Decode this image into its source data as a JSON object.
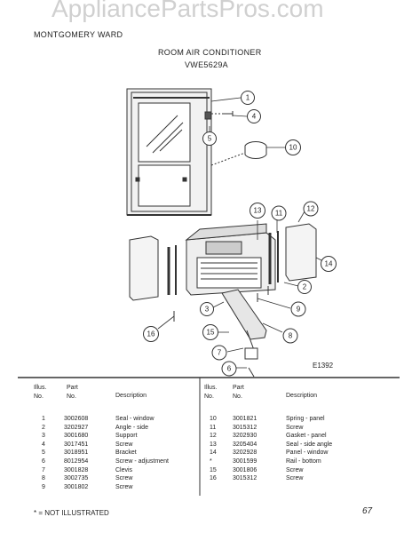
{
  "watermark": "AppliancePartsPros.com",
  "header": {
    "brand": "MONTGOMERY WARD",
    "title": "ROOM AIR CONDITIONER",
    "model": "VWE5629A"
  },
  "diagram": {
    "id": "E1392",
    "callouts": [
      "1",
      "2",
      "3",
      "4",
      "5",
      "6",
      "7",
      "8",
      "9",
      "10",
      "11",
      "12",
      "13",
      "14",
      "15",
      "16"
    ]
  },
  "table": {
    "headers": {
      "illus": "Illus. No.",
      "part": "Part No.",
      "desc": "Description"
    },
    "left": [
      {
        "no": "1",
        "part": "3002608",
        "desc": "Seal - window"
      },
      {
        "no": "2",
        "part": "3202927",
        "desc": "Angle - side"
      },
      {
        "no": "3",
        "part": "3001680",
        "desc": "Support"
      },
      {
        "no": "4",
        "part": "3017451",
        "desc": "Screw"
      },
      {
        "no": "5",
        "part": "3018951",
        "desc": "Bracket"
      },
      {
        "no": "6",
        "part": "8012954",
        "desc": "Screw - adjustment"
      },
      {
        "no": "7",
        "part": "3001828",
        "desc": "Clevis"
      },
      {
        "no": "8",
        "part": "3002735",
        "desc": "Screw"
      },
      {
        "no": "9",
        "part": "3001802",
        "desc": "Screw"
      }
    ],
    "right": [
      {
        "no": "10",
        "part": "3001821",
        "desc": "Spring - panel"
      },
      {
        "no": "11",
        "part": "3015312",
        "desc": "Screw"
      },
      {
        "no": "12",
        "part": "3202930",
        "desc": "Gasket - panel"
      },
      {
        "no": "13",
        "part": "3205404",
        "desc": "Seal - side angle"
      },
      {
        "no": "14",
        "part": "3202928",
        "desc": "Panel - window"
      },
      {
        "no": "*",
        "part": "3001599",
        "desc": "Rail - bottom"
      },
      {
        "no": "15",
        "part": "3001806",
        "desc": "Screw"
      },
      {
        "no": "16",
        "part": "3015312",
        "desc": "Screw"
      }
    ]
  },
  "footer": {
    "note": "* = NOT ILLUSTRATED",
    "page_mark": "67"
  }
}
